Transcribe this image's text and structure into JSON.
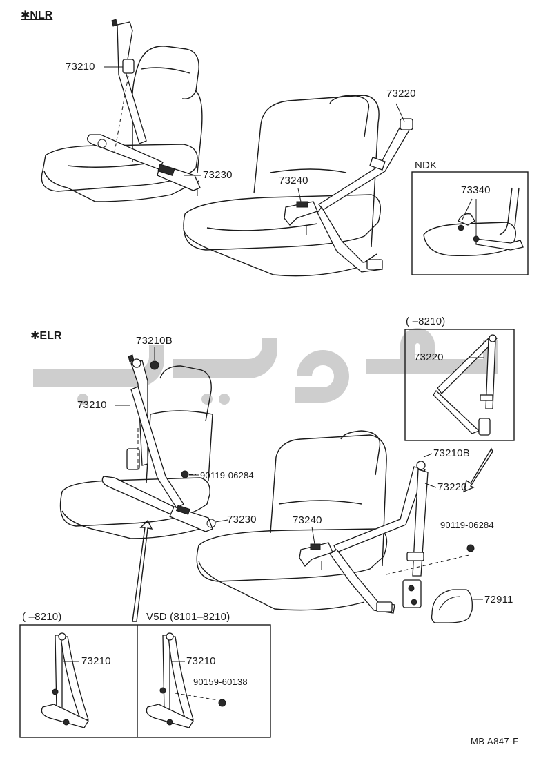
{
  "sections": {
    "nlr": {
      "title": "✱NLR"
    },
    "elr": {
      "title": "✱ELR"
    }
  },
  "insets": {
    "ndk": {
      "title": "NDK"
    },
    "upto_8210_right": {
      "title": "(      –8210)"
    },
    "upto_8210_left": {
      "title": "(      –8210)"
    },
    "v5d": {
      "title": "V5D (8101–8210)"
    }
  },
  "parts": {
    "p73210_top": "73210",
    "p73220_top": "73220",
    "p73230_top": "73230",
    "p73240_top": "73240",
    "p73340": "73340",
    "p73210b_left": "73210B",
    "p73210_mid": "73210",
    "p73220_inset": "73220",
    "p73210b_right": "73210B",
    "p73220_right": "73220",
    "p90119_left": "90119-06284",
    "p90119_right": "90119-06284",
    "p73230_bottom": "73230",
    "p73240_bottom": "73240",
    "p72911": "72911",
    "p73210_inset_left": "73210",
    "p73210_inset_right": "73210",
    "p90159": "90159-60138"
  },
  "footer": {
    "code": "MB  A847-F"
  }
}
